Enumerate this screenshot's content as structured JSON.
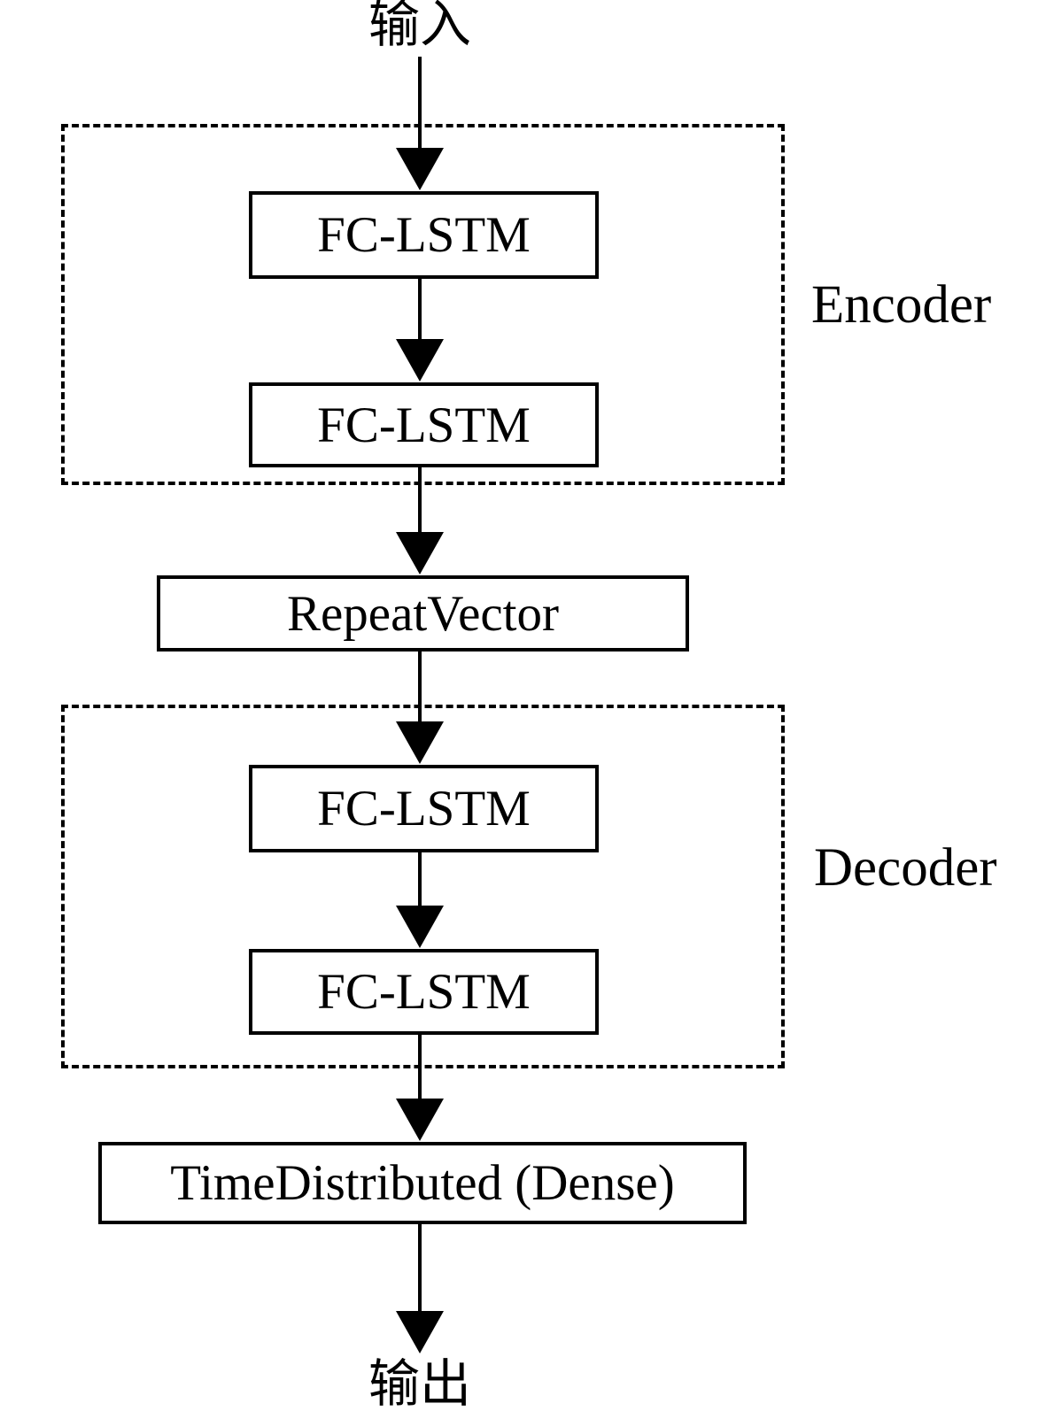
{
  "page": {
    "background_color": "#ffffff",
    "stroke_color": "#000000"
  },
  "diagram": {
    "input_label": "输入",
    "output_label": "输出",
    "encoder": {
      "label": "Encoder",
      "layers": [
        "FC-LSTM",
        "FC-LSTM"
      ]
    },
    "repeat_vector": {
      "label": "RepeatVector"
    },
    "decoder": {
      "label": "Decoder",
      "layers": [
        "FC-LSTM",
        "FC-LSTM"
      ]
    },
    "time_distributed": {
      "label": "TimeDistributed (Dense)"
    }
  }
}
